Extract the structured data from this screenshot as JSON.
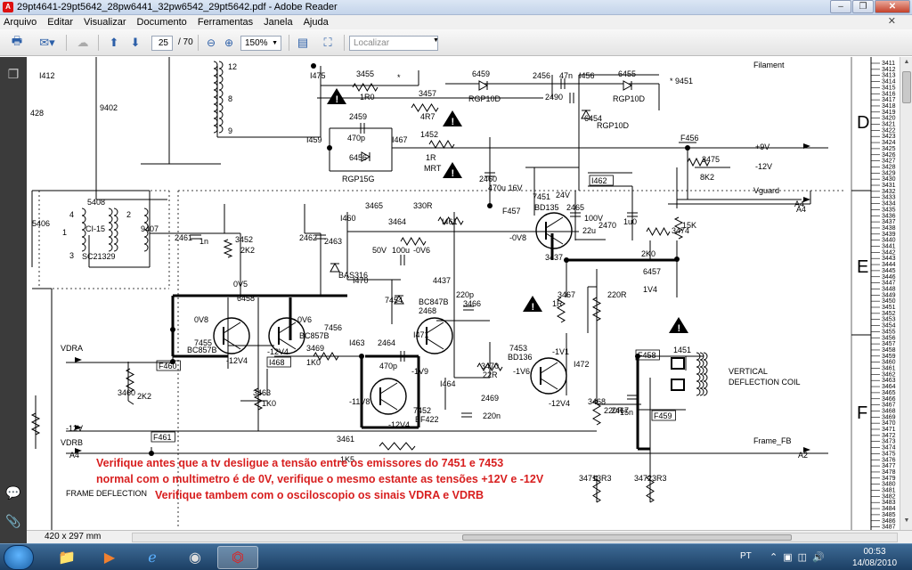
{
  "window": {
    "title": "29pt4641-29pt5642_28pw6441_32pw6542_29pt5642.pdf - Adobe Reader",
    "minimize": "–",
    "restore": "❐",
    "close": "✕"
  },
  "menu": {
    "items": [
      "Arquivo",
      "Editar",
      "Visualizar",
      "Documento",
      "Ferramentas",
      "Janela",
      "Ajuda"
    ],
    "close_doc": "✕"
  },
  "toolbar": {
    "page_current": "25",
    "page_total": "/ 70",
    "zoom": "150%",
    "search_placeholder": "Localizar"
  },
  "status": {
    "page_size": "420 x 297 mm"
  },
  "taskbar": {
    "language": "PT",
    "time": "00:53",
    "date": "14/08/2010"
  },
  "schematic": {
    "title": "FRAME DEFLECTION",
    "border_letters": [
      "D",
      "E",
      "F"
    ],
    "line_numbers_start": 3411,
    "line_numbers_end": 3488,
    "note_lines": [
      "Verifique antes  que a tv desligue a tensão entre os emissores do  7451 e 7453",
      "normal com o multimetro é de 0V, verifique o mesmo estante as tensões +12V e -12V",
      "Verifique tambem com o osciloscopio os sinais VDRA e VDRB"
    ],
    "note_color": "#d81f1f",
    "labels": [
      {
        "t": "I412"
      },
      {
        "t": "12"
      },
      {
        "t": "I475"
      },
      {
        "t": "3455"
      },
      {
        "t": "1R0"
      },
      {
        "t": "*"
      },
      {
        "t": "6459"
      },
      {
        "t": "RGP10D"
      },
      {
        "t": "2456"
      },
      {
        "t": "47n"
      },
      {
        "t": "I456"
      },
      {
        "t": "6455"
      },
      {
        "t": "RGP10D"
      },
      {
        "t": "Filament"
      },
      {
        "t": "* 9451"
      },
      {
        "t": "9402"
      },
      {
        "t": "8"
      },
      {
        "t": "3457"
      },
      {
        "t": "4R7"
      },
      {
        "t": "2490"
      },
      {
        "t": "6454"
      },
      {
        "t": "RGP10D"
      },
      {
        "t": "428"
      },
      {
        "t": "2459"
      },
      {
        "t": "470p"
      },
      {
        "t": "9"
      },
      {
        "t": "I459"
      },
      {
        "t": "I467"
      },
      {
        "t": "1452"
      },
      {
        "t": "F456"
      },
      {
        "t": "+9V"
      },
      {
        "t": "1R"
      },
      {
        "t": "MRT"
      },
      {
        "t": "6456"
      },
      {
        "t": "RGP15G"
      },
      {
        "t": "3475"
      },
      {
        "t": "-12V"
      },
      {
        "t": "8K2"
      },
      {
        "t": "2460"
      },
      {
        "t": "470u 16V"
      },
      {
        "t": "F457"
      },
      {
        "t": "I462"
      },
      {
        "t": "Vguard"
      },
      {
        "t": "A4"
      },
      {
        "t": "5408"
      },
      {
        "t": "2"
      },
      {
        "t": "4"
      },
      {
        "t": "5406"
      },
      {
        "t": "CI-15"
      },
      {
        "t": "1"
      },
      {
        "t": "3"
      },
      {
        "t": "SC21329"
      },
      {
        "t": "9407"
      },
      {
        "t": "7451"
      },
      {
        "t": "BD135"
      },
      {
        "t": "24V"
      },
      {
        "t": "3465"
      },
      {
        "t": "330R"
      },
      {
        "t": "3464"
      },
      {
        "t": "I460"
      },
      {
        "t": "I461"
      },
      {
        "t": "2465"
      },
      {
        "t": "100V"
      },
      {
        "t": "22u"
      },
      {
        "t": "2470"
      },
      {
        "t": "1u0"
      },
      {
        "t": "3474"
      },
      {
        "t": "15K"
      },
      {
        "t": "2461"
      },
      {
        "t": "1n"
      },
      {
        "t": "3452"
      },
      {
        "t": "2K2"
      },
      {
        "t": "2462"
      },
      {
        "t": "2463"
      },
      {
        "t": "50V"
      },
      {
        "t": "100u"
      },
      {
        "t": "-0V6"
      },
      {
        "t": "-0V8"
      },
      {
        "t": "3437"
      },
      {
        "t": "2K0"
      },
      {
        "t": "6457"
      },
      {
        "t": "BAS316"
      },
      {
        "t": "I470"
      },
      {
        "t": "0V5"
      },
      {
        "t": "4437"
      },
      {
        "t": "1V4"
      },
      {
        "t": "6458"
      },
      {
        "t": "7454"
      },
      {
        "t": "BC847B"
      },
      {
        "t": "2468"
      },
      {
        "t": "220p"
      },
      {
        "t": "3466"
      },
      {
        "t": "1R"
      },
      {
        "t": "3467"
      },
      {
        "t": "220R"
      },
      {
        "t": "0V8"
      },
      {
        "t": "0V6"
      },
      {
        "t": "7456"
      },
      {
        "t": "BC857B"
      },
      {
        "t": "7455"
      },
      {
        "t": "BC857B"
      },
      {
        "t": "I471"
      },
      {
        "t": "VDRA"
      },
      {
        "t": "-12V4"
      },
      {
        "t": "-12V4"
      },
      {
        "t": "I468"
      },
      {
        "t": "3469"
      },
      {
        "t": "1K0"
      },
      {
        "t": "I463"
      },
      {
        "t": "2464"
      },
      {
        "t": "470p"
      },
      {
        "t": "-1V9"
      },
      {
        "t": "7453"
      },
      {
        "t": "BD136"
      },
      {
        "t": "-1V1"
      },
      {
        "t": "I472"
      },
      {
        "t": "F458"
      },
      {
        "t": "1451"
      },
      {
        "t": "VERTICAL"
      },
      {
        "t": "DEFLECTION  COIL"
      },
      {
        "t": "F460"
      },
      {
        "t": "3460"
      },
      {
        "t": "2K2"
      },
      {
        "t": "3463"
      },
      {
        "t": "1K0"
      },
      {
        "t": "3470"
      },
      {
        "t": "22R"
      },
      {
        "t": "-1V6"
      },
      {
        "t": "-12V4"
      },
      {
        "t": "I464"
      },
      {
        "t": "-11V8"
      },
      {
        "t": "7452"
      },
      {
        "t": "BF422"
      },
      {
        "t": "2469"
      },
      {
        "t": "220n"
      },
      {
        "t": "-12V4"
      },
      {
        "t": "3468"
      },
      {
        "t": "220R"
      },
      {
        "t": "2467"
      },
      {
        "t": "15n"
      },
      {
        "t": "F459"
      },
      {
        "t": "-12V"
      },
      {
        "t": "F461"
      },
      {
        "t": "VDRB"
      },
      {
        "t": "3461"
      },
      {
        "t": "1K5"
      },
      {
        "t": "Frame_FB"
      },
      {
        "t": "A2"
      },
      {
        "t": "3471"
      },
      {
        "t": "3R3"
      },
      {
        "t": "3472"
      },
      {
        "t": "3R3"
      },
      {
        "t": "A4"
      },
      {
        "t": "A4"
      }
    ]
  }
}
